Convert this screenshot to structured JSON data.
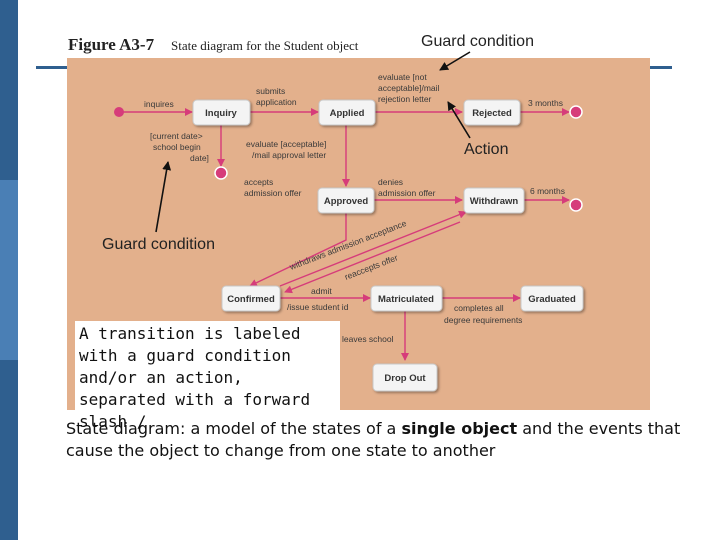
{
  "figure": {
    "number": "Figure A3-7",
    "subtitle": "State diagram for the Student object"
  },
  "callouts": {
    "guard_top": "Guard condition",
    "action": "Action",
    "guard_left": "Guard condition"
  },
  "states": {
    "inquiry": "Inquiry",
    "applied": "Applied",
    "rejected": "Rejected",
    "approved": "Approved",
    "withdrawn": "Withdrawn",
    "confirmed": "Confirmed",
    "matriculated": "Matriculated",
    "graduated": "Graduated",
    "dropout": "Drop Out"
  },
  "transitions": {
    "inquires": "inquires",
    "submits_1": "submits",
    "submits_2": "application",
    "evaluate_not_1": "evaluate [not",
    "evaluate_not_2": "acceptable]/mail",
    "evaluate_not_3": "rejection letter",
    "three_months": "3 months",
    "guard_1": "[current date>",
    "guard_2": "school begin",
    "guard_3": "date]",
    "evaluate_acc_1": "evaluate [acceptable]",
    "evaluate_acc_2": "/mail approval letter",
    "accepts_1": "accepts",
    "accepts_2": "admission offer",
    "denies_1": "denies",
    "denies_2": "admission offer",
    "six_months": "6 months",
    "withdraws": "withdraws admission acceptance",
    "reaccepts": "reaccepts offer",
    "admit": "admit",
    "issue_id": "/issue student id",
    "completes_1": "completes all",
    "completes_2": "degree requirements",
    "leaves": "leaves school"
  },
  "note": "A transition is labeled with a guard condition and/or an action, separated with a forward slash /",
  "caption": {
    "part1": "State diagram: a model of the states of a ",
    "bold": "single object",
    "part2": " and the events that cause the object to change from one state to another"
  },
  "colors": {
    "panel": "#e3b08c",
    "arrow": "#d63c7a",
    "state_fill": "#f4f4f4",
    "sidebar": "#2f5f8f"
  }
}
